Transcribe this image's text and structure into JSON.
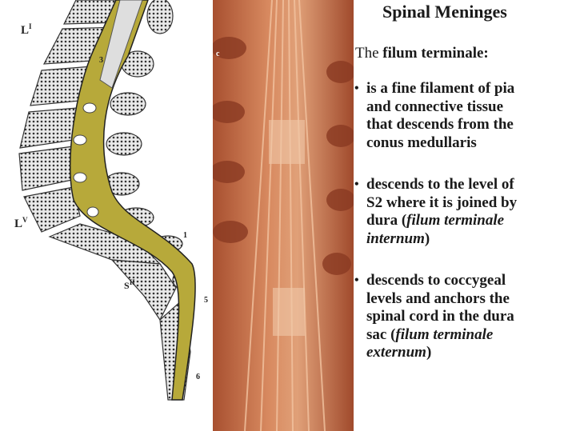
{
  "slide": {
    "title": "Spinal Meninges",
    "intro_prefix": "The",
    "intro_term": "filum terminale:",
    "bullets": [
      {
        "lines": [
          "is a fine filament of pia",
          "and connective tissue",
          "that descends from the",
          "conus medullaris"
        ]
      },
      {
        "line1": "descends to the level of",
        "line2": "S2 where it is joined by",
        "line3_prefix": "dura (",
        "line3_italic": "filum terminale",
        "line4_italic": "internum",
        "line4_suffix": ")"
      },
      {
        "line1": "descends to coccygeal",
        "line2": "levels and anchors the",
        "line3": "spinal cord in the dura",
        "line4_prefix": "sac (",
        "line4_italic": "filum terminale",
        "line5_italic": "externum",
        "line5_suffix": ")"
      }
    ]
  },
  "figure": {
    "labels": {
      "l1": "L",
      "l1_sup": "I",
      "l5": "L",
      "l5_sup": "V",
      "s2": "S",
      "s2_sup": "II",
      "n1": "1",
      "n3": "3",
      "n5": "5",
      "n6": "6",
      "photo_c": "c"
    },
    "colors": {
      "cord": "#b7a93a",
      "bone": "#6a6a6a",
      "photo": "#c0623a"
    }
  }
}
